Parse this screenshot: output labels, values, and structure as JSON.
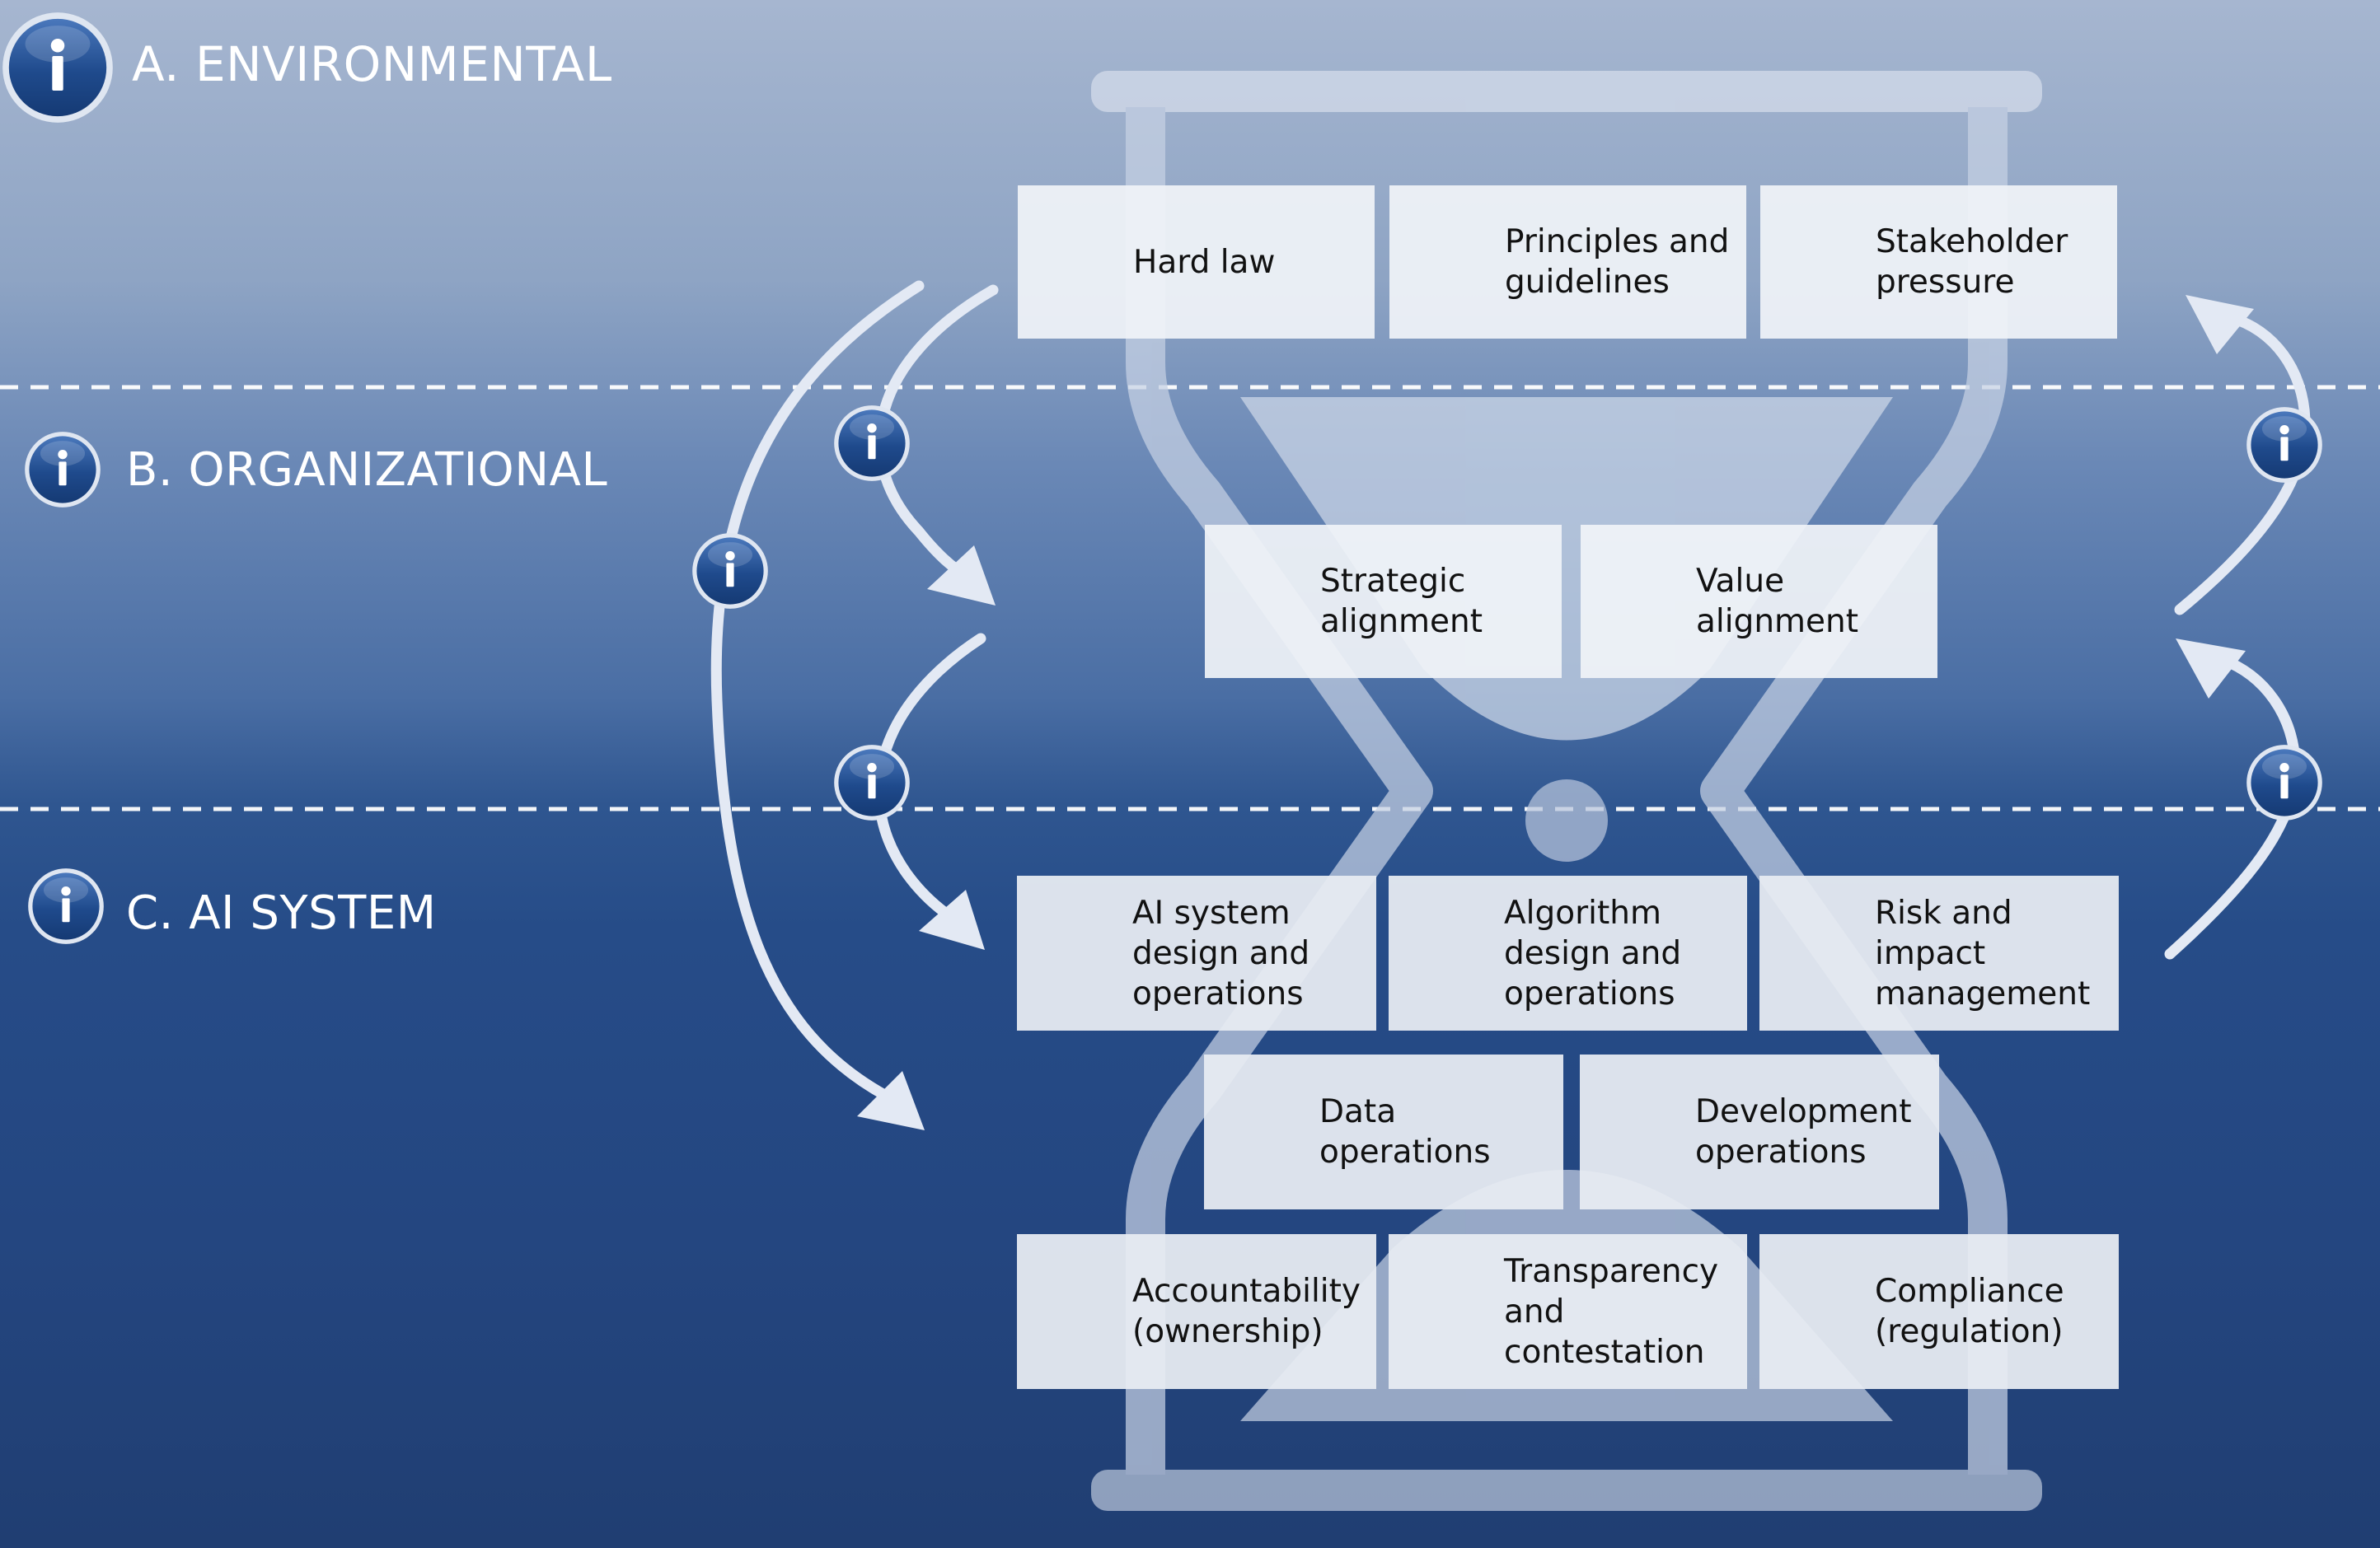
{
  "layers": [
    {
      "id": "environmental",
      "title": "A. ENVIRONMENTAL"
    },
    {
      "id": "organizational",
      "title": "B. ORGANIZATIONAL"
    },
    {
      "id": "ai_system",
      "title": "C. AI SYSTEM"
    }
  ],
  "boxes": {
    "hard_law": "Hard law",
    "principles": "Principles and\nguidelines",
    "stakeholder": "Stakeholder\npressure",
    "strategic": "Strategic\nalignment",
    "value": "Value\nalignment",
    "ai_system_ops": "AI system\ndesign and\noperations",
    "algorithm_ops": "Algorithm\ndesign and\noperations",
    "risk": "Risk and\nimpact\nmanagement",
    "data_ops": "Data\noperations",
    "dev_ops": "Development\noperations",
    "accountability": "Accountability\n(ownership)",
    "transparency": "Transparency\nand\ncontestation",
    "compliance": "Compliance\n(regulation)"
  },
  "icons": {
    "info": "info-icon",
    "arrow": "curved-arrow-icon",
    "hourglass": "hourglass-icon"
  },
  "colors": {
    "info_fill": "#1f4a8c",
    "box_fill": "#f0f3f8",
    "hourglass": "#c9d4e6",
    "arrow": "#dde5f2"
  }
}
